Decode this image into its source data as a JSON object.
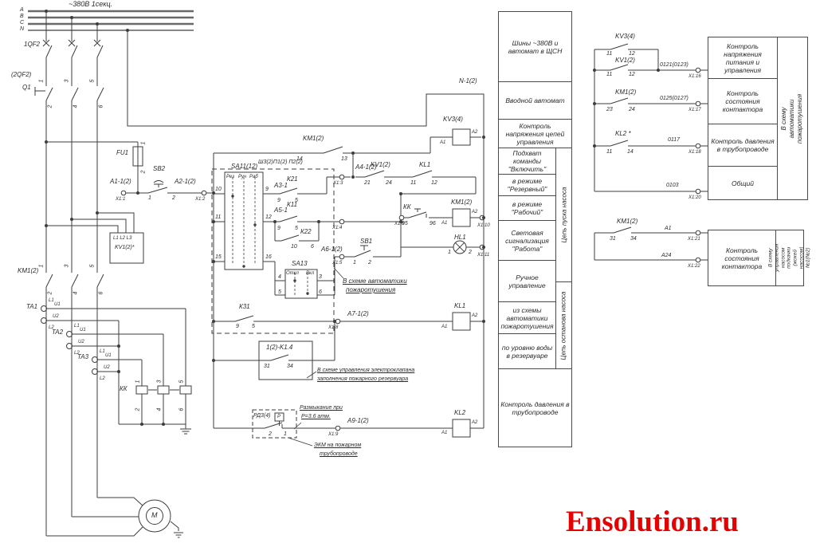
{
  "watermark": {
    "text": "Ensolution.ru",
    "color": "#e60000"
  },
  "power": {
    "bus_title": "~380В 1секц.",
    "phase_a": "А",
    "phase_b": "В",
    "phase_c": "С",
    "phase_n": "N",
    "qf1": "1QF2",
    "qf2_alt": "(2QF2)",
    "q1": "Q1",
    "p1": "1",
    "p3": "3",
    "p5": "5",
    "p2": "2",
    "p4": "4",
    "p6": "6",
    "fu1": "FU1",
    "fu1_t1": "1",
    "fu1_t2": "2",
    "sb2": "SB2",
    "sb2_t1": "1",
    "sb2_t2": "2",
    "wire_a1": "А1-1(2)",
    "wire_a2": "А2-1(2)",
    "kv_box_line1": "L1 L2 L3",
    "kv_box_line2": "KV1(2)*",
    "km1": "KM1(2)",
    "ta1": "TA1",
    "ta2": "TA2",
    "ta3": "TA3",
    "l1": "L1",
    "l2": "L2",
    "u1": "U1",
    "u2": "U2",
    "kk": "КК",
    "kk_t1": "1",
    "kk_t3": "3",
    "kk_t5": "5",
    "kk_t2": "2",
    "kk_t4": "4",
    "kk_t6": "6",
    "motor": "М"
  },
  "control": {
    "n_wire": "N-1(2)",
    "km_aux": "KM1(2)",
    "km_aux_14": "14",
    "km_aux_13": "13",
    "shield_label": "Ш3(2)П1(2) П2(2)",
    "sa11": "SA11(12)",
    "sa11_pos1": "Рез",
    "sa11_pos2": "Руч",
    "sa11_pos3": "Раб",
    "sa11_p10": "10",
    "sa11_p11": "11",
    "sa11_p15": "15",
    "sa11_p9": "9",
    "sa11_p12": "12",
    "sa11_p16": "16",
    "a3": "А3-1",
    "k21": "К21",
    "k21_9": "9",
    "k21_5": "5",
    "a5": "А5-1",
    "k11": "К11",
    "k11_9": "9",
    "k11_5": "5",
    "k22": "К22",
    "k22_10": "10",
    "k22_6": "6",
    "sa13": "SA13",
    "sa13_off": "Откл",
    "sa13_on": "Вкл",
    "sa13_p4": "4",
    "sa13_p3": "3",
    "sa13_p5": "5",
    "sa13_p6": "6",
    "a4": "А4-1(2)",
    "kv1": "KV1(2)",
    "kv1_21": "21",
    "kv1_24": "24",
    "kl1_c": "KL1",
    "kl1_11": "11",
    "kl1_12": "12",
    "a6": "А6-1(2)",
    "sb1": "SB1",
    "sb1_1": "1",
    "sb1_2": "2",
    "fire_note1": "В схеме автоматики",
    "fire_note2": "пожаротушения",
    "kv3": "KV3(4)",
    "kk2": "КК",
    "kk_95": "95",
    "kk_96": "96",
    "km_coil": "KM1(2)",
    "hl1": "HL1",
    "hl1_1": "1",
    "hl1_2": "2",
    "a_1": "А1",
    "a_2": "А2",
    "k31": "К31",
    "k31_9": "9",
    "k31_5": "5",
    "a7": "А7-1(2)",
    "kl1_coil": "KL1",
    "k14": "1(2)-K1.4",
    "k14_31": "31",
    "k14_34": "34",
    "valve_note1": "В схеме управления электроклапана",
    "valve_note2": "заполнения пожарного резервуара",
    "rd": "РД3(4)",
    "rd_p": "Р",
    "rd_2": "2",
    "rd_1": "1",
    "open_note1": "Размыкание при",
    "open_note2": "Р=3.6 атм.",
    "a9": "А9-1(2)",
    "kl2_coil": "KL2",
    "ekm_note1": "ЭКМ на пожарном",
    "ekm_note2": "трубопроводе"
  },
  "terminals": {
    "t1": "X1:1",
    "t2": "X1:2",
    "t3": "X1:3",
    "t4": "X1:4",
    "t5": "X1:5",
    "t6": "X1:6",
    "t8": "X1:8",
    "t9": "X1:9",
    "t10": "X1:10",
    "t11": "X1:11",
    "t16": "X1:16",
    "t17": "X1:17",
    "t18": "X1:18",
    "t20": "X1:20",
    "t21": "X1:21",
    "t22": "X1:22"
  },
  "table": {
    "rows": [
      "Шины ~380В и автомат в ЩСН",
      "Вводной автомат",
      "Контроль напряжения цепей управления",
      "Подхват команды \"Включить\"",
      "в режиме \"Резервный\"",
      "в режиме \"Рабочий\"",
      "Световая сигнализация \"Работа\"",
      "Ручное управление",
      "из схемы автоматики пожаротушения",
      "по уровню воды в резервуаре",
      "Контроль давления в трубопроводе"
    ],
    "strip_start": "Цепь пуска насоса",
    "strip_stop": "Цепь останова насоса"
  },
  "panel1": {
    "kv3": "KV3(4)",
    "kv3_11": "11",
    "kv3_12": "12",
    "kv1": "KV1(2)",
    "kv1_11": "11",
    "kv1_12": "12",
    "km": "KM1(2)",
    "km_23": "23",
    "km_24": "24",
    "kl2": "KL2 *",
    "kl2_11": "11",
    "kl2_14": "14",
    "w1": "0121(0123)",
    "w2": "0125(0127)",
    "w3": "0117",
    "w4": "0103",
    "rows": [
      "Контроль напряжения питания и управления",
      "Контроль состояния контактора",
      "Контроль давления в трубопроводе",
      "Общий"
    ],
    "side": "В схему автоматики пожаротушения"
  },
  "panel2": {
    "km": "KM1(2)",
    "km_31": "31",
    "km_34": "34",
    "w1": "А1",
    "w2": "А24",
    "row": "Контроль состояния контактора",
    "side": "В схему управления насосом подкачки (жокей насосом) №1(№2)"
  }
}
